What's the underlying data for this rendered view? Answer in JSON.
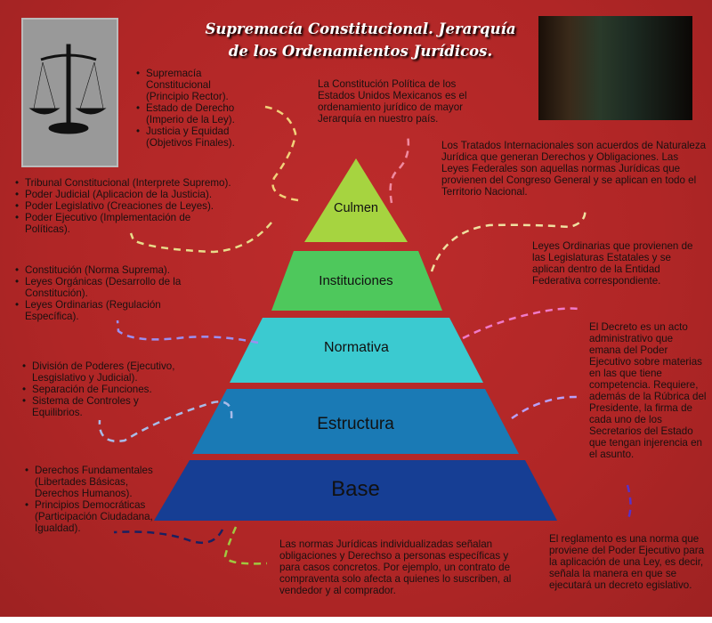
{
  "title": [
    "Supremacía Constitucional. Jerarquía",
    "de los Ordenamientos Jurídicos."
  ],
  "pyramid": {
    "levels": [
      "Culmen",
      "Instituciones",
      "Normativa",
      "Estructura",
      "Base"
    ],
    "colors": [
      "#a6d440",
      "#4ec85c",
      "#3bcad0",
      "#1a7ab5",
      "#163e94"
    ]
  },
  "culmen_list": [
    "Supremacía Constitucional (Principio Rector).",
    "Estado de Derecho (Imperio de la Ley).",
    "Justicia  y  Equidad (Objetivos Finales)."
  ],
  "instituciones_list": [
    "Tribunal Constitucional (Interprete Supremo).",
    "Poder Judicial (Aplicacion de la Justicia).",
    "Poder Legislativo (Creaciones de Leyes).",
    "Poder Ejecutivo (Implementación de Políticas)."
  ],
  "normativa_list": [
    "Constitución (Norma Suprema).",
    "Leyes Orgánicas (Desarrollo de la Constitución).",
    "Leyes Ordinarias (Regulación Específica)."
  ],
  "estructura_list": [
    "División de Poderes (Ejecutivo, Lesgislativo y Judicial).",
    "Separación de Funciones.",
    "Sistema de Controles y Equilibrios."
  ],
  "base_list": [
    "Derechos Fundamentales (Libertades Básicas, Derechos Humanos).",
    "Principios Democráticas (Participación Ciudadana, Igualdad)."
  ],
  "texts": {
    "constitucion": "La Constitución Política de los Estados Unidos Mexicanos es el ordenamiento jurídico de mayor Jerarquía en nuestro país.",
    "tratados": "Los Tratados Internacionales son acuerdos de Naturaleza Jurídica que generan Derechos y Obligaciones. Las Leyes Federales son aquellas normas Jurídicas que provienen del Congreso General y se aplican en todo el Territorio Nacional.",
    "leyes_ordinarias": "Leyes Ordinarias  que provienen de las Legislaturas Estatales y se aplican dentro de la Entidad Federativa correspondiente.",
    "decreto": "El Decreto es un acto administrativo que emana del Poder Ejecutivo sobre materias en las que tiene competencia. Requiere, además de la Rúbrica del Presidente, la firma de cada uno de los Secretarios del Estado que tengan injerencia en el asunto.",
    "reglamento": "El reglamento es una norma que proviene del Poder Ejecutivo para la aplicación de una Ley, es decir, señala la manera en que se ejecutará un decreto egislativo.",
    "normas_individualizadas": "Las normas Jurídicas individualizadas señalan obligaciones y Derechso a personas específicas y para casos concretos. Por ejemplo, un contrato de compraventa solo afecta a quienes lo suscriben, al vendedor y al comprador."
  }
}
